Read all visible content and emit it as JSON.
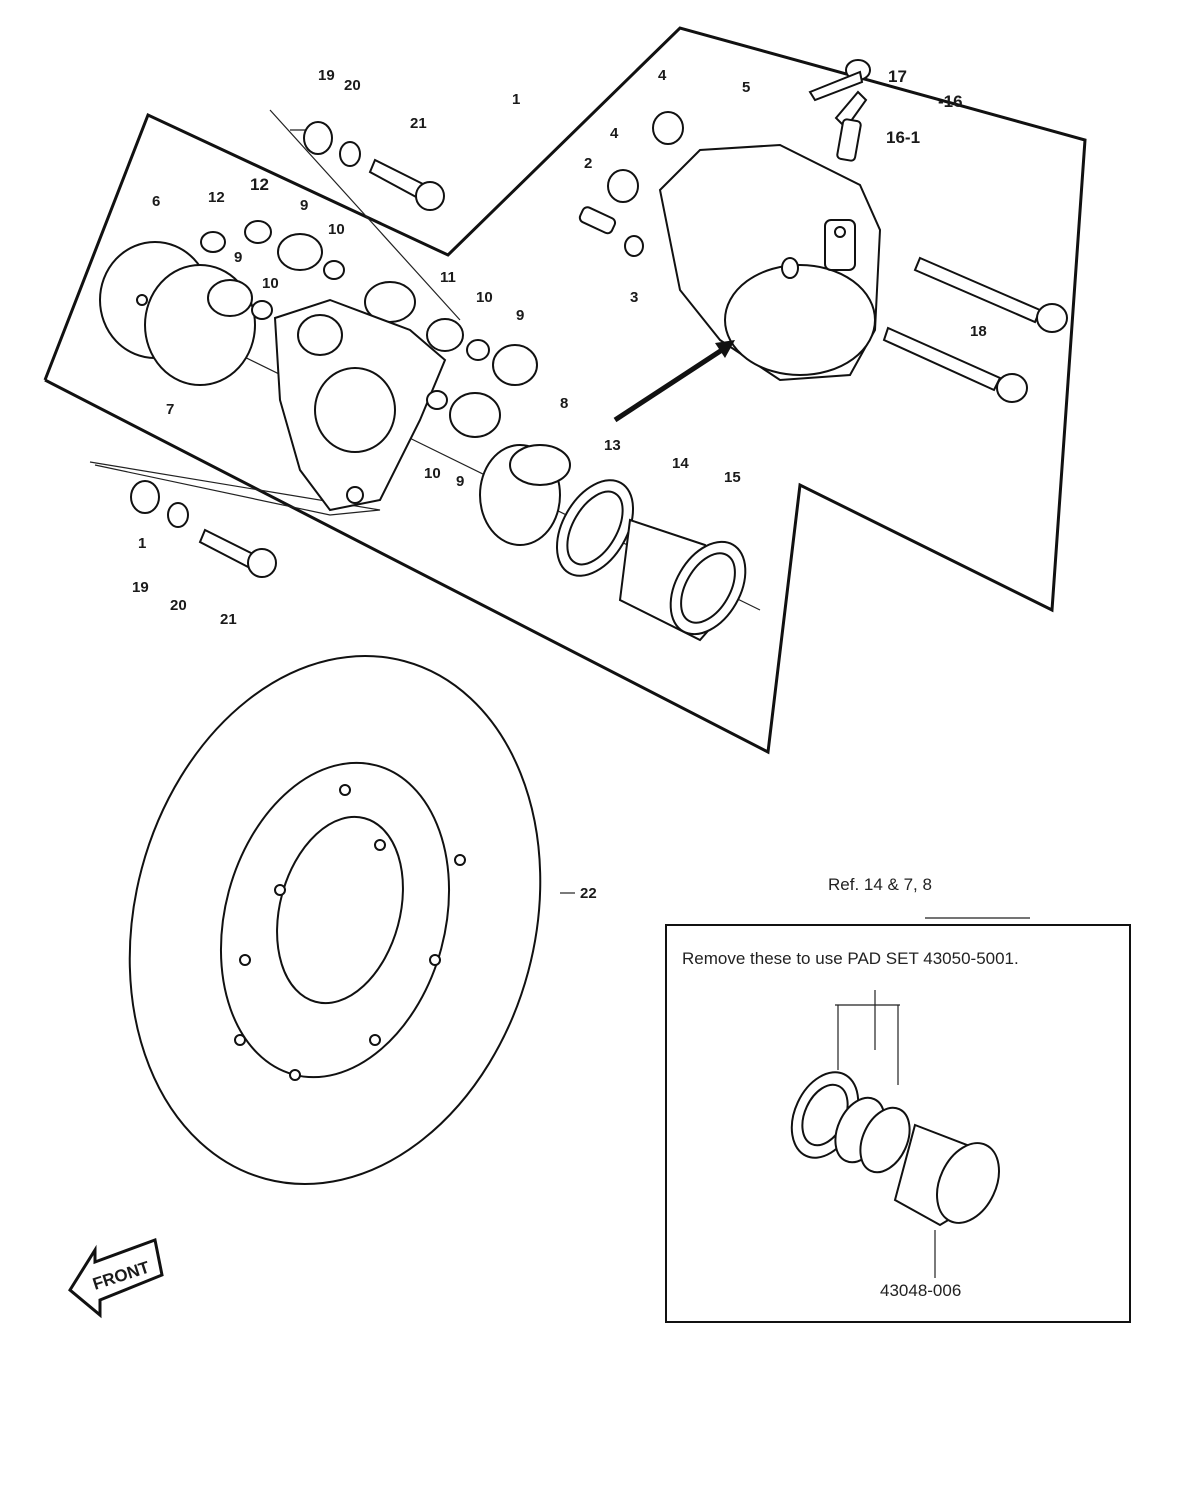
{
  "callouts": {
    "c1": "1",
    "c2": "2",
    "c3": "3",
    "c4a": "4",
    "c4b": "4",
    "c5": "5",
    "c6": "6",
    "c7": "7",
    "c8": "8",
    "c9a": "9",
    "c9b": "9",
    "c9c": "9",
    "c9d": "9",
    "c10a": "10",
    "c10b": "10",
    "c10c": "10",
    "c10d": "10",
    "c11": "11",
    "c12a": "12",
    "c12b": "12",
    "c13": "13",
    "c14": "14",
    "c15": "15",
    "c16": "-16",
    "c16_1": "16-1",
    "c17": "17",
    "c18": "18",
    "c19a": "19",
    "c19b": "19",
    "c20a": "20",
    "c20b": "20",
    "c21a": "21",
    "c21b": "21",
    "c22": "22",
    "c1b": "1"
  },
  "inset": {
    "ref": "Ref. 14 & 7, 8",
    "note": "Remove these to use PAD SET 43050-5001.",
    "part_number": "43048-006"
  },
  "front_arrow": "FRONT"
}
